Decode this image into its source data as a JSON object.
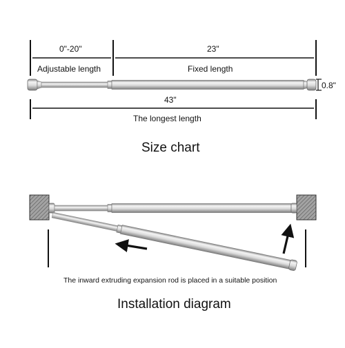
{
  "size_chart": {
    "adjustable_dim": "0\"-20\"",
    "fixed_dim": "23\"",
    "adjustable_label": "Adjustable length",
    "fixed_label": "Fixed length",
    "diameter": "0.8\"",
    "total_dim": "43\"",
    "total_label": "The longest length",
    "title": "Size chart"
  },
  "installation": {
    "caption": "The inward extruding expansion rod is placed in a suitable position",
    "title": "Installation diagram"
  },
  "colors": {
    "ink": "#111111",
    "rod_light": "#f2f2f2",
    "rod_mid": "#cfcfcf",
    "rod_dark": "#8a8a8a",
    "wall_fill": "#9b9b9b",
    "wall_hatch": "#444444"
  }
}
